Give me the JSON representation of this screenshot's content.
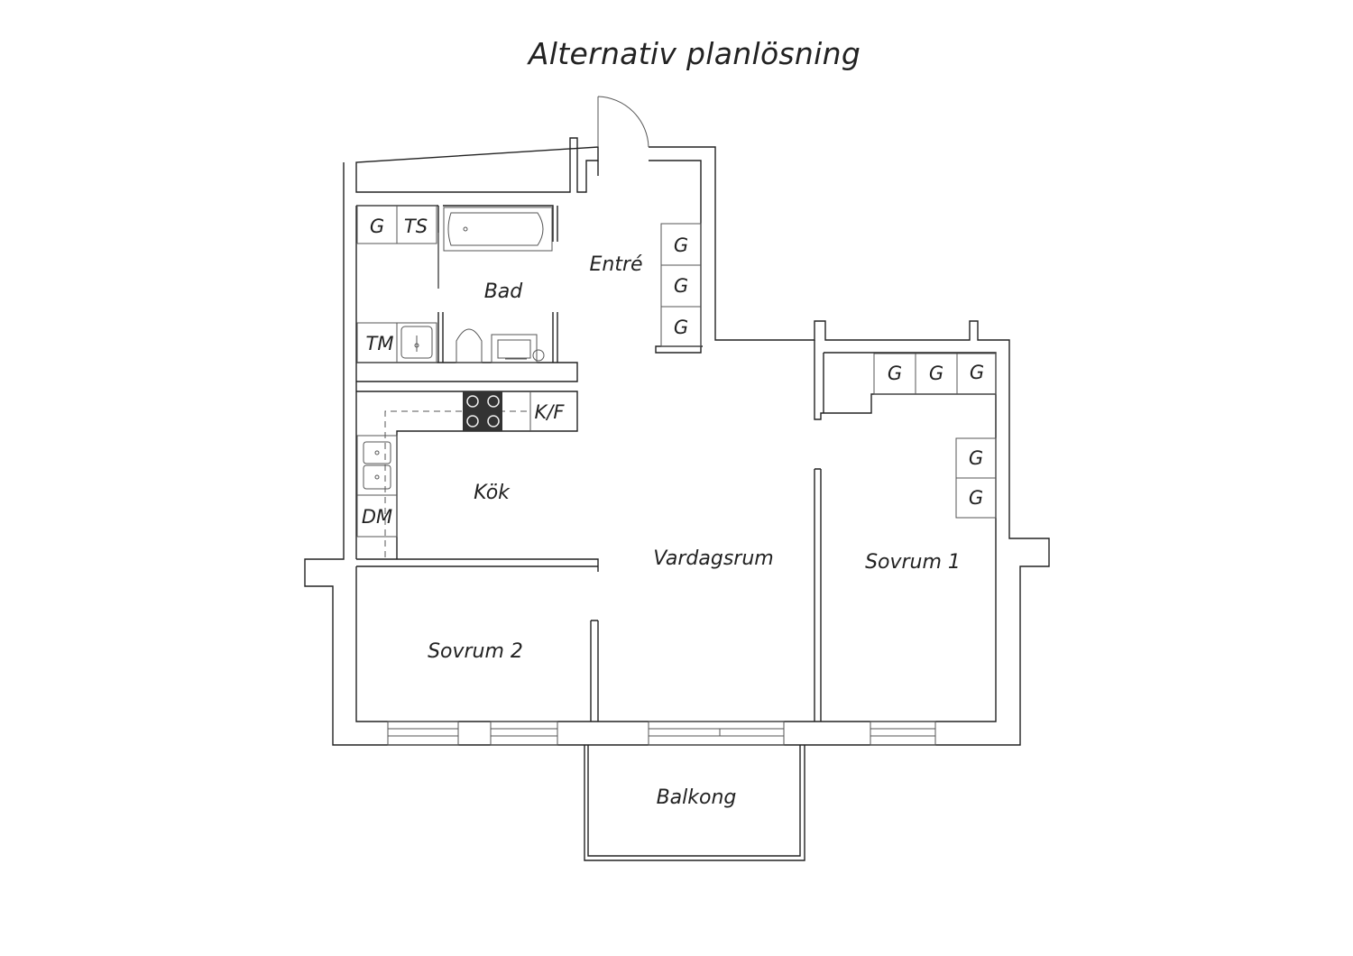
{
  "title": "Alternativ planlösning",
  "rooms": {
    "entre": "Entré",
    "bad": "Bad",
    "kok": "Kök",
    "vardagsrum": "Vardagsrum",
    "sovrum1": "Sovrum 1",
    "sovrum2": "Sovrum 2",
    "balkong": "Balkong"
  },
  "fixtures": {
    "garderob": "G",
    "torktumlare": "TS",
    "tvattmaskin": "TM",
    "kyl_frys": "K/F",
    "diskmaskin": "DM"
  }
}
